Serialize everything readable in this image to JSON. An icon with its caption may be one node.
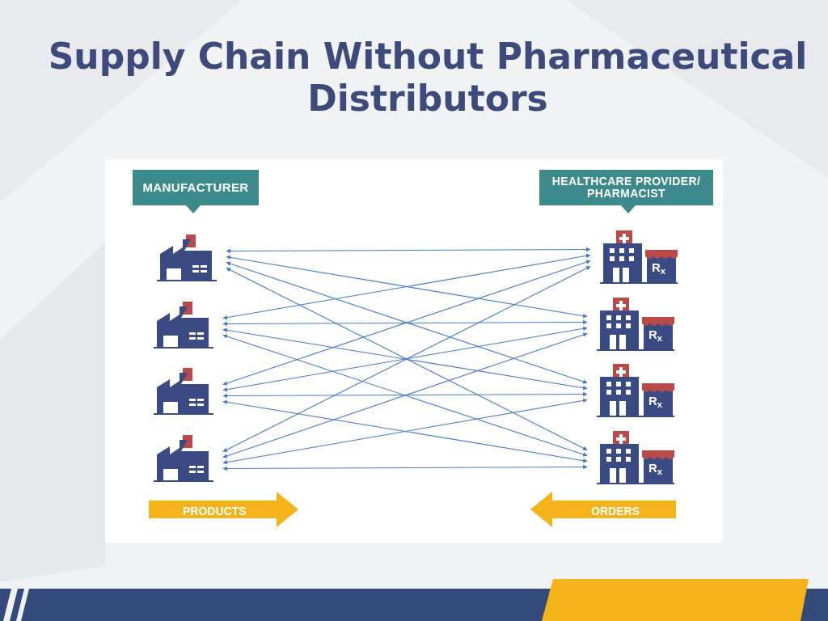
{
  "diagram": {
    "title": "Supply Chain Without Pharmaceutical Distributors",
    "nodes": [
      {
        "text": [
          "MANUFACTURER"
        ]
      },
      {
        "text": [
          "HEALTHCARE PROVIDER/ PHARMACIST"
        ]
      },
      {
        "text": [],
        "shape": "picture"
      },
      {
        "text": [],
        "shape": "picture"
      },
      {
        "text": [],
        "shape": "picture"
      },
      {
        "text": [],
        "shape": "picture"
      },
      {
        "text": [
          "R$_{x}$"
        ]
      },
      {
        "text": [
          "R$_{x}$"
        ]
      },
      {
        "text": [
          "R$_{x}$"
        ]
      },
      {
        "text": [
          "R$_{x}$"
        ]
      }
    ],
    "edges": [
      {
        "from": 2,
        "to": 6,
        "arrow": "both"
      },
      {
        "from": 2,
        "to": 7,
        "arrow": "both"
      },
      {
        "from": 2,
        "to": 8,
        "arrow": "both"
      },
      {
        "from": 2,
        "to": 9,
        "arrow": "both"
      },
      {
        "from": 3,
        "to": 6,
        "arrow": "both"
      },
      {
        "from": 3,
        "to": 7,
        "arrow": "both"
      },
      {
        "from": 3,
        "to": 8,
        "arrow": "both"
      },
      {
        "from": 3,
        "to": 9,
        "arrow": "both"
      },
      {
        "from": 4,
        "to": 6,
        "arrow": "both"
      },
      {
        "from": 4,
        "to": 7,
        "arrow": "both"
      },
      {
        "from": 4,
        "to": 8,
        "arrow": "both"
      },
      {
        "from": 4,
        "to": 9,
        "arrow": "both"
      },
      {
        "from": 5,
        "to": 6,
        "arrow": "both"
      },
      {
        "from": 5,
        "to": 7,
        "arrow": "both"
      },
      {
        "from": 5,
        "to": 8,
        "arrow": "both"
      },
      {
        "from": 5,
        "to": 9,
        "arrow": "both"
      }
    ],
    "labels": [
      "PRODUCTS",
      "ORDERS"
    ]
  }
}
